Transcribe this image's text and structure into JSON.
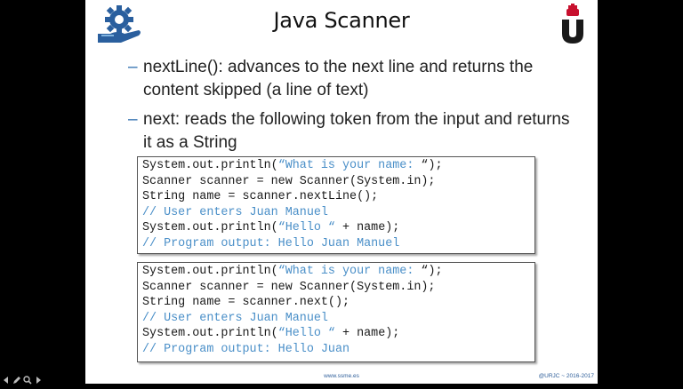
{
  "slide": {
    "title": "Java Scanner",
    "bullets": [
      {
        "dash": "–",
        "text": "nextLine(): advances to the next line and returns the content skipped (a line of text)"
      },
      {
        "dash": "–",
        "text": "next: reads the following token from the input and returns it as a String"
      }
    ]
  },
  "code_blocks": [
    {
      "lines": [
        {
          "pre": "System.out.println(",
          "str": "“What is your name: ",
          "post": "“);"
        },
        {
          "pre": "Scanner scanner = new Scanner(System.in);"
        },
        {
          "pre": "String name = scanner.nextLine();"
        },
        {
          "comment": "// User enters Juan Manuel"
        },
        {
          "pre": "System.out.println(",
          "str": "“Hello “",
          "post": " + name);"
        },
        {
          "comment": "// Program output: Hello Juan Manuel"
        }
      ]
    },
    {
      "lines": [
        {
          "pre": "System.out.println(",
          "str": "“What is your name: ",
          "post": "“);"
        },
        {
          "pre": "Scanner scanner = new Scanner(System.in);"
        },
        {
          "pre": "String name = scanner.next();"
        },
        {
          "comment": "// User enters Juan Manuel"
        },
        {
          "pre": "System.out.println(",
          "str": "“Hello “",
          "post": " + name);"
        },
        {
          "comment": "// Program output: Hello Juan"
        }
      ]
    }
  ],
  "footer": {
    "center": "www.ssme.es",
    "right": "@URJC ~ 2016-2017"
  },
  "colors": {
    "accent": "#2f6fb0",
    "code_string": "#4a8fc8",
    "urjc_red": "#c8102e"
  },
  "icons": [
    "gear-hand-logo-icon",
    "urjc-logo-icon",
    "nav-prev-icon",
    "nav-pen-icon",
    "nav-search-icon",
    "nav-next-icon"
  ]
}
